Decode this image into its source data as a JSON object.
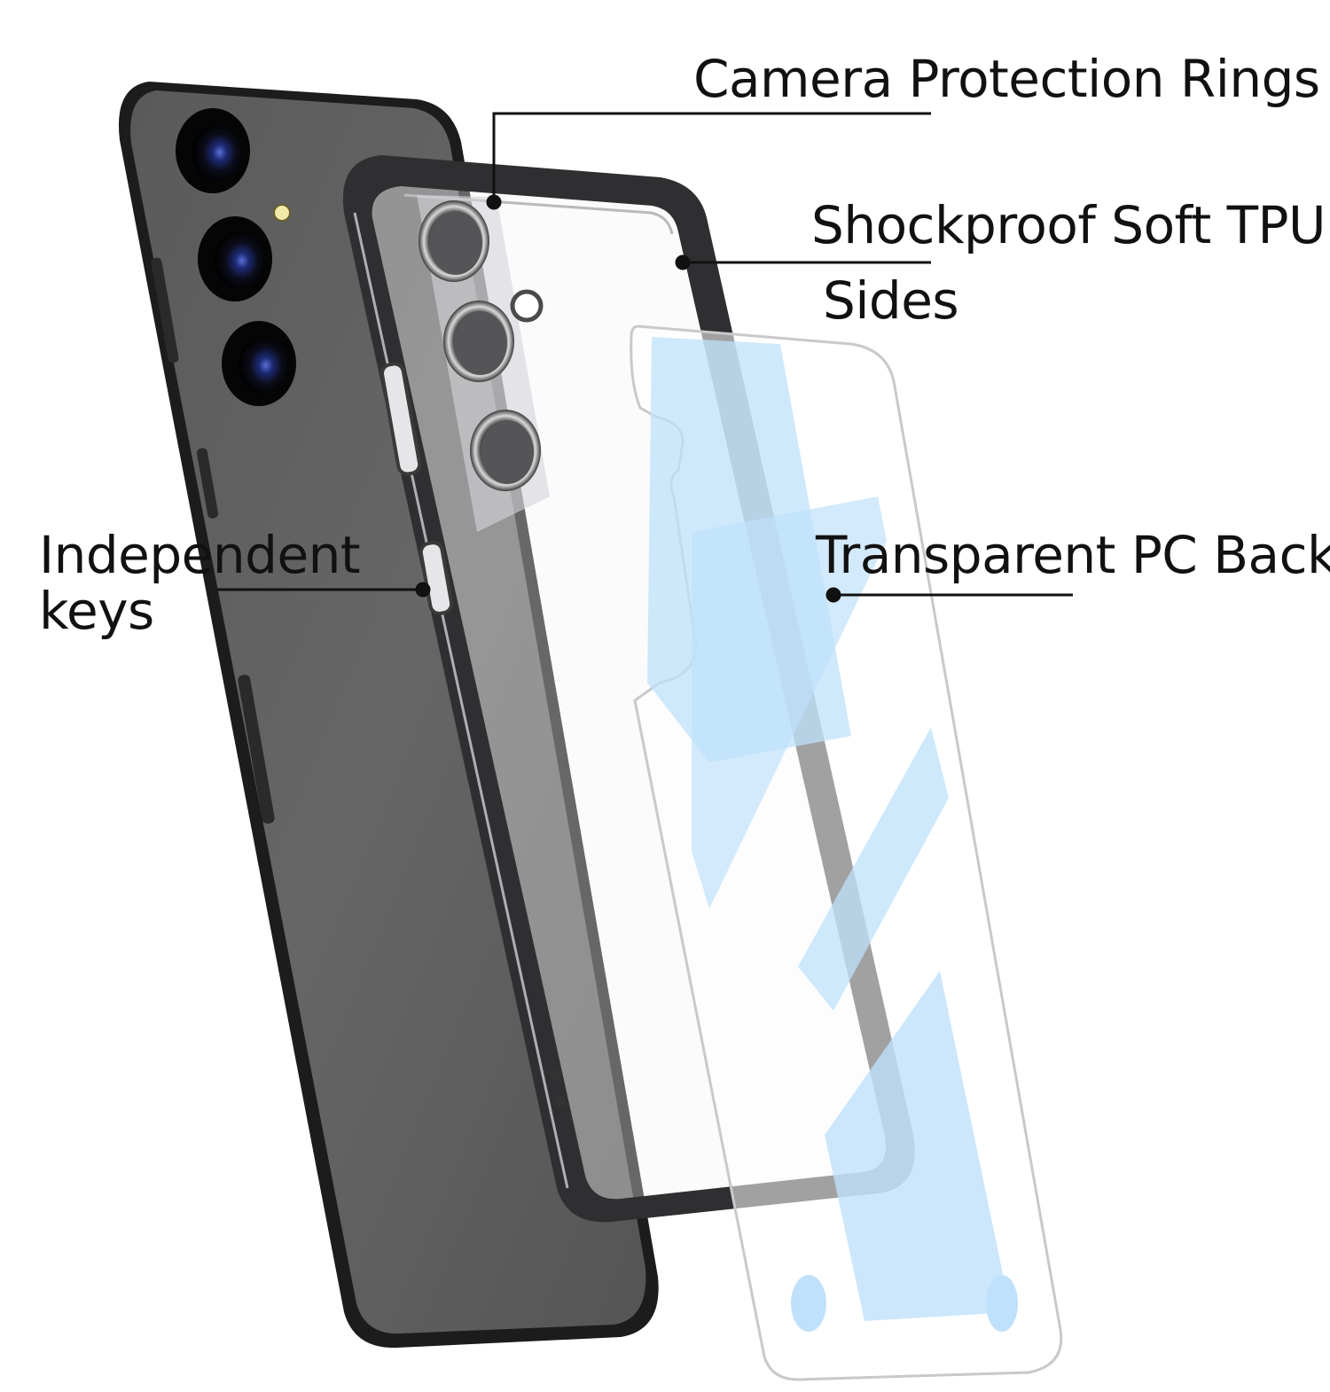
{
  "callouts": {
    "camera_rings": "Camera Protection Rings",
    "tpu_line1": "Shockproof Soft TPU",
    "tpu_line2": "Sides",
    "pc_back": "Transparent PC Back",
    "keys_line1": "Independent",
    "keys_line2": "keys"
  },
  "colors": {
    "phone_body": "#5e5e5e",
    "phone_frame": "#1c1c1c",
    "lens_black": "#0d0d12",
    "lens_blue": "#2a3a8c",
    "case_chrome": "#3a3a3c",
    "film_blue": "#bfe1fb",
    "text": "#111111"
  }
}
